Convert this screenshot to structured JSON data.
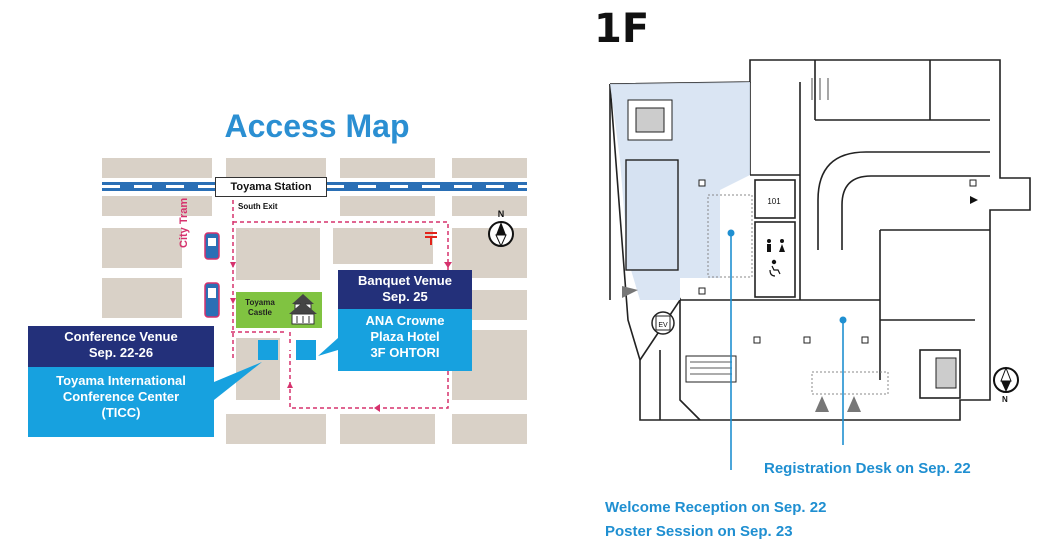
{
  "access_map": {
    "title": "Access Map",
    "station": "Toyama Station",
    "south_exit": "South Exit",
    "city_tram": "City Tram",
    "castle": "Toyama Castle",
    "compass_letter": "N",
    "conference": {
      "heading_line1": "Conference Venue",
      "heading_line2": "Sep. 22-26",
      "name_line1": "Toyama International",
      "name_line2": "Conference Center",
      "name_line3": "(TICC)"
    },
    "banquet": {
      "heading_line1": "Banquet Venue",
      "heading_line2": "Sep. 25",
      "name_line1": "ANA Crowne",
      "name_line2": "Plaza Hotel",
      "name_line3": "3F OHTORI"
    },
    "colors": {
      "navy": "#23307a",
      "cyan": "#17a1df",
      "route": "#d6326d",
      "title": "#2b8fd2",
      "green": "#80c341"
    }
  },
  "floor_plan": {
    "title": "1F",
    "room_number": "101",
    "elevator": "EV",
    "compass_letter": "N",
    "labels": {
      "registration": "Registration Desk on Sep. 22",
      "welcome": "Welcome Reception on Sep. 22",
      "poster": "Poster Session on Sep. 23"
    }
  }
}
